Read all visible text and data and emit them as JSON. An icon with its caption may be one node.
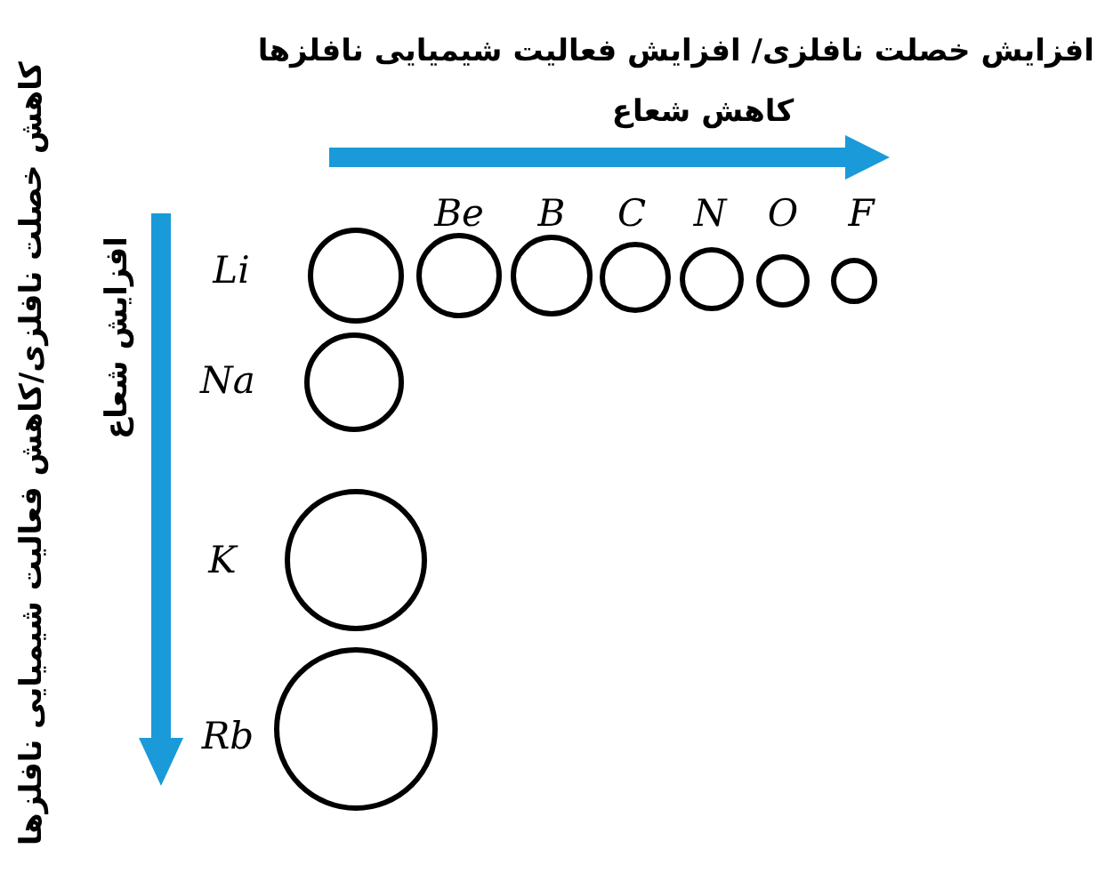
{
  "diagram": {
    "nodes": [
      {
        "text": [],
        "shape": "circle",
        "beside": [
          "Li"
        ]
      },
      {
        "text": [],
        "shape": "circle",
        "beside": [
          "Be"
        ]
      },
      {
        "text": [],
        "shape": "circle",
        "beside": [
          "B"
        ]
      },
      {
        "text": [],
        "shape": "circle",
        "beside": [
          "C"
        ]
      },
      {
        "text": [],
        "shape": "circle",
        "beside": [
          "N"
        ]
      },
      {
        "text": [],
        "shape": "circle",
        "beside": [
          "O"
        ]
      },
      {
        "text": [],
        "shape": "circle",
        "beside": [
          "F"
        ]
      },
      {
        "text": [],
        "shape": "circle",
        "beside": [
          "Na"
        ]
      },
      {
        "text": [],
        "shape": "circle",
        "beside": [
          "K"
        ]
      },
      {
        "text": [],
        "shape": "circle",
        "beside": [
          "Rb"
        ]
      }
    ],
    "labels": [
      "افزایش خصلت نافلزی/ افزایش فعالیت شیمیایی نافلزها",
      "کاهش شعاع",
      "کاهش خصلت نافلزی/کاهش فعالیت شیمیایی نافلزها",
      "افزایش شعاع"
    ]
  }
}
